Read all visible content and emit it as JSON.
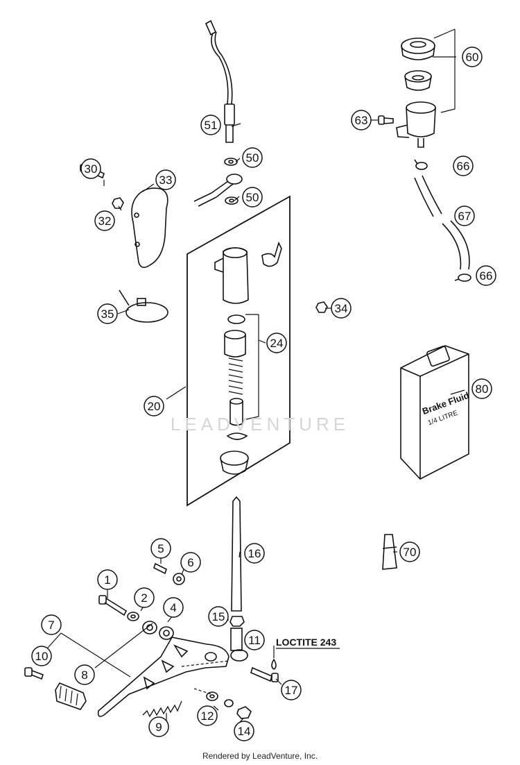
{
  "watermark": "LEADVENTURE",
  "footer": "Rendered by LeadVenture, Inc.",
  "annotation": "LOCTITE 243",
  "product_label": {
    "line1": "Brake Fluid",
    "line2": "1/4 LITRE"
  },
  "callouts": [
    {
      "id": "c60",
      "label": "60"
    },
    {
      "id": "c63",
      "label": "63"
    },
    {
      "id": "c66a",
      "label": "66"
    },
    {
      "id": "c67",
      "label": "67"
    },
    {
      "id": "c66b",
      "label": "66"
    },
    {
      "id": "c51",
      "label": "51"
    },
    {
      "id": "c50a",
      "label": "50"
    },
    {
      "id": "c50b",
      "label": "50"
    },
    {
      "id": "c30",
      "label": "30"
    },
    {
      "id": "c33",
      "label": "33"
    },
    {
      "id": "c32",
      "label": "32"
    },
    {
      "id": "c35",
      "label": "35"
    },
    {
      "id": "c34",
      "label": "34"
    },
    {
      "id": "c24",
      "label": "24"
    },
    {
      "id": "c20",
      "label": "20"
    },
    {
      "id": "c80",
      "label": "80"
    },
    {
      "id": "c16",
      "label": "16"
    },
    {
      "id": "c70",
      "label": "70"
    },
    {
      "id": "c5",
      "label": "5"
    },
    {
      "id": "c6",
      "label": "6"
    },
    {
      "id": "c1",
      "label": "1"
    },
    {
      "id": "c2",
      "label": "2"
    },
    {
      "id": "c4",
      "label": "4"
    },
    {
      "id": "c7",
      "label": "7"
    },
    {
      "id": "c15",
      "label": "15"
    },
    {
      "id": "c11",
      "label": "11"
    },
    {
      "id": "c10",
      "label": "10"
    },
    {
      "id": "c8",
      "label": "8"
    },
    {
      "id": "c17",
      "label": "17"
    },
    {
      "id": "c12",
      "label": "12"
    },
    {
      "id": "c9",
      "label": "9"
    },
    {
      "id": "c14",
      "label": "14"
    }
  ]
}
